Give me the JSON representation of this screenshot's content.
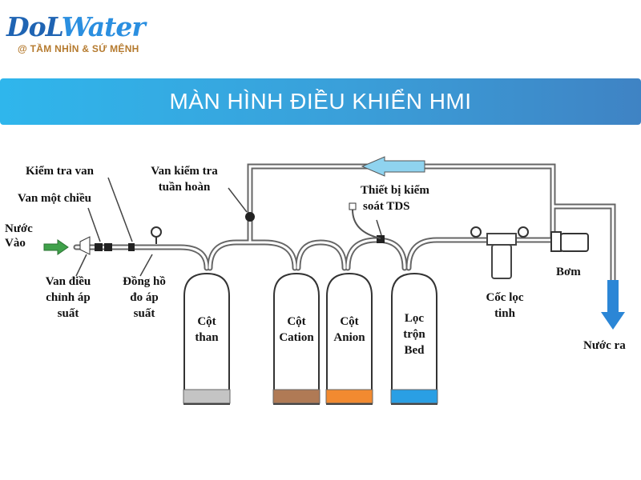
{
  "logo": {
    "brand_part1": "DoL",
    "brand_part2": "Water",
    "tagline": "@ TẦM NHÌN & SỨ MỆNH"
  },
  "header": {
    "title": "MÀN HÌNH ĐIỀU KHIỂN HMI"
  },
  "diagram": {
    "labels": {
      "inlet_1": "Nước",
      "inlet_2": "Vào",
      "check_valve_test": "Kiểm tra van",
      "one_way_valve": "Van một chiều",
      "pressure_reg_1": "Van điều",
      "pressure_reg_2": "chỉnh áp",
      "pressure_reg_3": "suất",
      "gauge_1": "Đồng hồ",
      "gauge_2": "đo áp",
      "gauge_3": "suất",
      "recirc_valve_1": "Van kiểm tra",
      "recirc_valve_2": "tuần hoàn",
      "tds_1": "Thiết bị kiểm",
      "tds_2": "soát TDS",
      "pump": "Bơm",
      "fine_filter_1": "Cốc lọc",
      "fine_filter_2": "tinh",
      "outlet": "Nước ra"
    },
    "tanks": [
      {
        "line1": "Cột",
        "line2": "than",
        "line3": "",
        "color": "#c4c4c4"
      },
      {
        "line1": "Cột",
        "line2": "Cation",
        "line3": "",
        "color": "#b07a55"
      },
      {
        "line1": "Cột",
        "line2": "Anion",
        "line3": "",
        "color": "#f28a30"
      },
      {
        "line1": "Lọc",
        "line2": "trộn",
        "line3": "Bed",
        "color": "#2a9fe4"
      }
    ],
    "colors": {
      "inlet_arrow": "#3fa14a",
      "return_arrow": "#8fd3ef",
      "outlet_arrow": "#2b86d6"
    }
  }
}
